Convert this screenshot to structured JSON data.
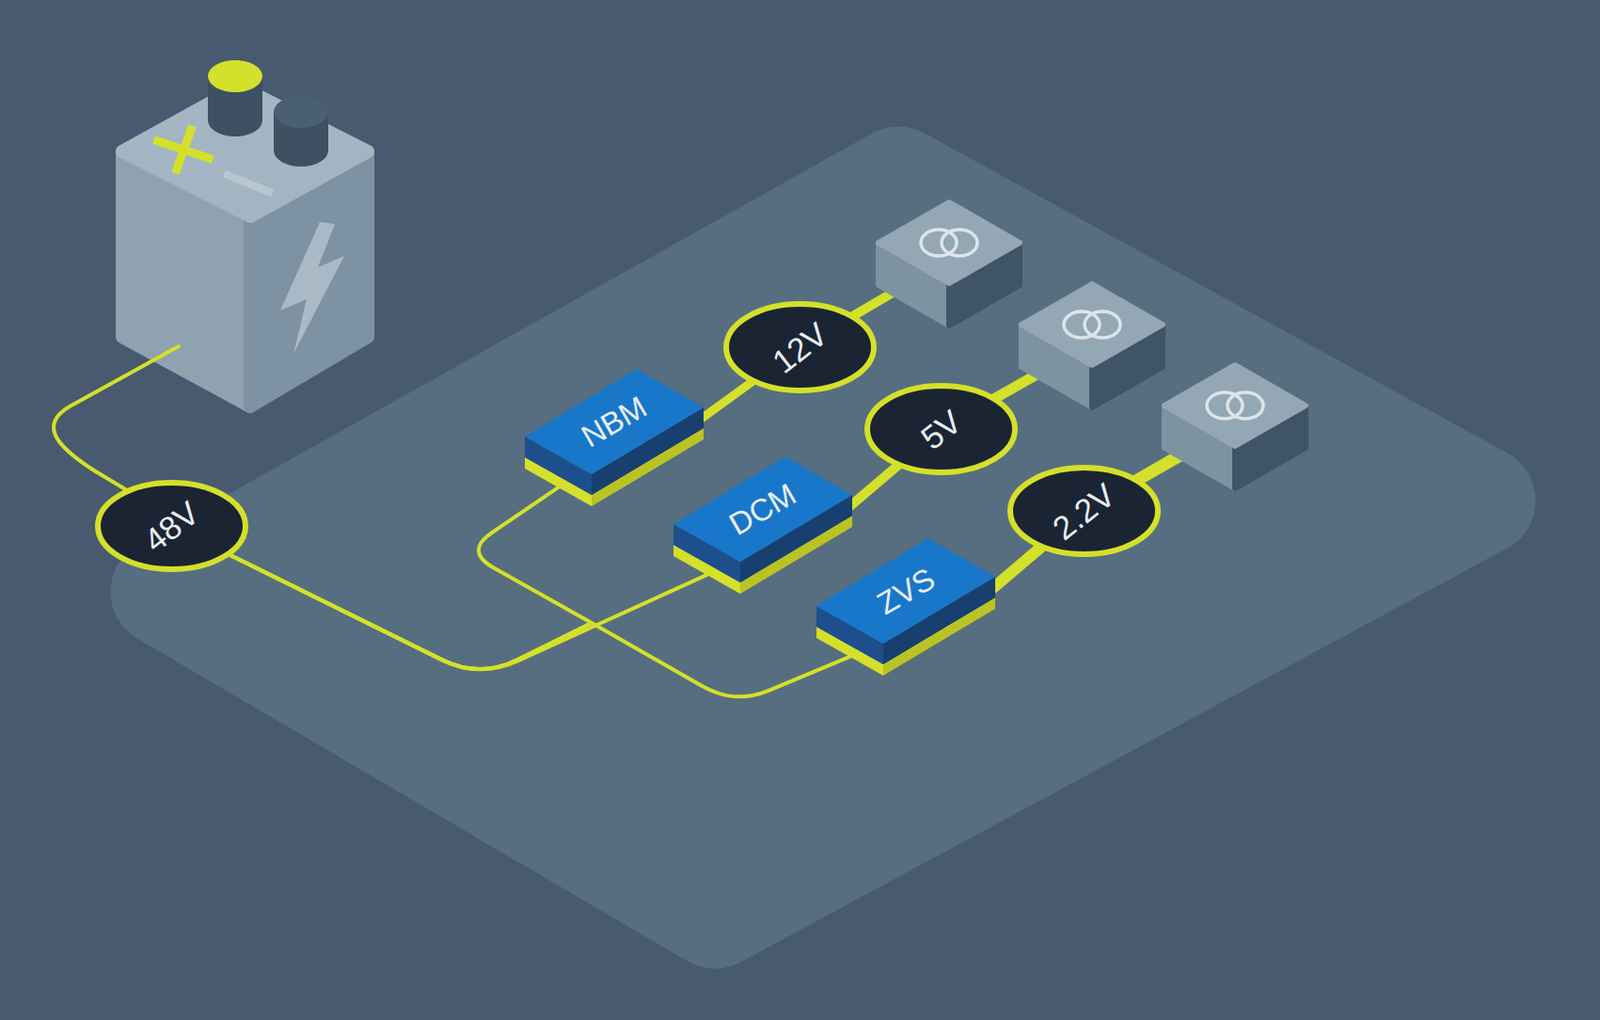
{
  "diagram": {
    "nodes": [
      {
        "text": [
          "48V"
        ]
      },
      {
        "text": [
          "NBM"
        ]
      },
      {
        "text": [
          "12V"
        ]
      },
      {
        "text": [
          "DCM"
        ]
      },
      {
        "text": [
          "5V"
        ]
      },
      {
        "text": [
          "ZVS"
        ]
      },
      {
        "text": [
          "2.2V"
        ]
      }
    ],
    "edges": [
      {
        "from": 0,
        "to": 1,
        "arrow": "none"
      },
      {
        "from": 0,
        "to": 3,
        "arrow": "none"
      },
      {
        "from": 0,
        "to": 5,
        "arrow": "none"
      },
      {
        "from": 1,
        "to": 2,
        "arrow": "none"
      },
      {
        "from": 3,
        "to": 4,
        "arrow": "none"
      },
      {
        "from": 5,
        "to": 6,
        "arrow": "none"
      }
    ]
  }
}
